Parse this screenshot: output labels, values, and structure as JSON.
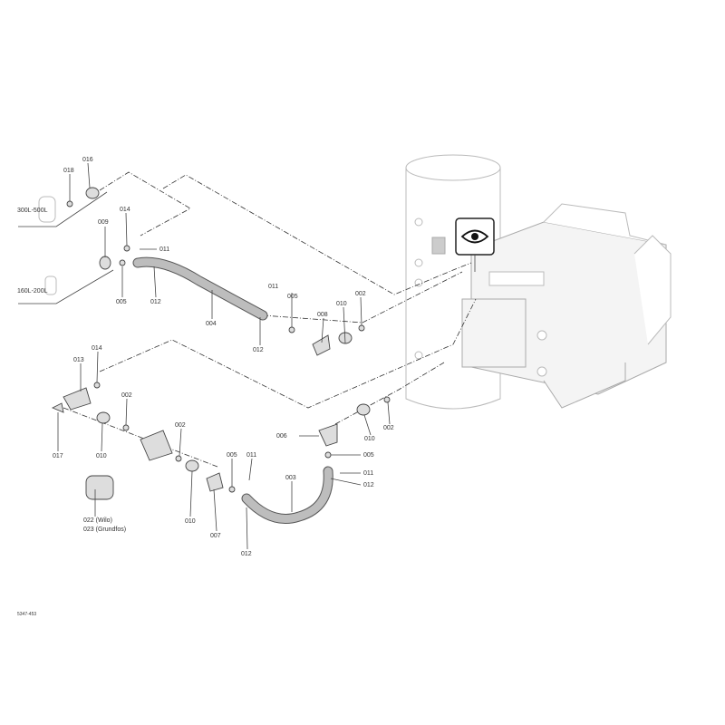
{
  "diagram": {
    "drawing_number": "5347-453",
    "tank_sizes": {
      "large": "300L-500L",
      "small": "160L-200L"
    },
    "upper_labels": [
      "018",
      "016",
      "009",
      "014",
      "011",
      "005",
      "012",
      "004",
      "011",
      "005",
      "010",
      "002",
      "008",
      "012"
    ],
    "lower_labels": [
      "014",
      "013",
      "002",
      "017",
      "010",
      "002",
      "005",
      "011",
      "006",
      "010",
      "002",
      "005",
      "011",
      "012",
      "003",
      "010",
      "007",
      "012"
    ],
    "pump_labels": [
      "022 (Wilo)",
      "023 (Grundfos)"
    ],
    "icons": {
      "view": "eye-icon"
    }
  }
}
